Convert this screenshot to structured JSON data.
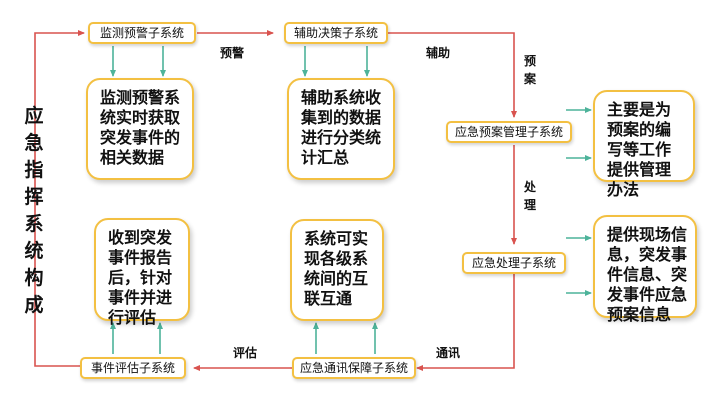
{
  "diagram": {
    "title": "应急指挥系统构成",
    "subsystems": {
      "monitoring": "监测预警子系统",
      "decision": "辅助决策子系统",
      "plan": "应急预案管理子系统",
      "handling": "应急处理子系统",
      "comm": "应急通讯保障子系统",
      "evaluation": "事件评估子系统"
    },
    "descriptions": {
      "monitoring": "监测预警系统实时获取突发事件的相关数据",
      "decision": "辅助系统收集到的数据进行分类统计汇总",
      "plan": "主要是为预案的编写等工作提供管理办法",
      "handling": "提供现场信息，突发事件信息、突发事件应急预案信息",
      "comm": "系统可实现各级系统间的互联互通",
      "evaluation": "收到突发事件报告后，针对事件并进行评估"
    },
    "edge_labels": {
      "warning": "预警",
      "assist": "辅助",
      "plan": "预案",
      "process": "处理",
      "communication": "通讯",
      "evaluate": "评估"
    },
    "colors": {
      "flow_arrow": "#d9534f",
      "detail_arrow": "#4db39a",
      "box_border": "#f3c042"
    }
  }
}
